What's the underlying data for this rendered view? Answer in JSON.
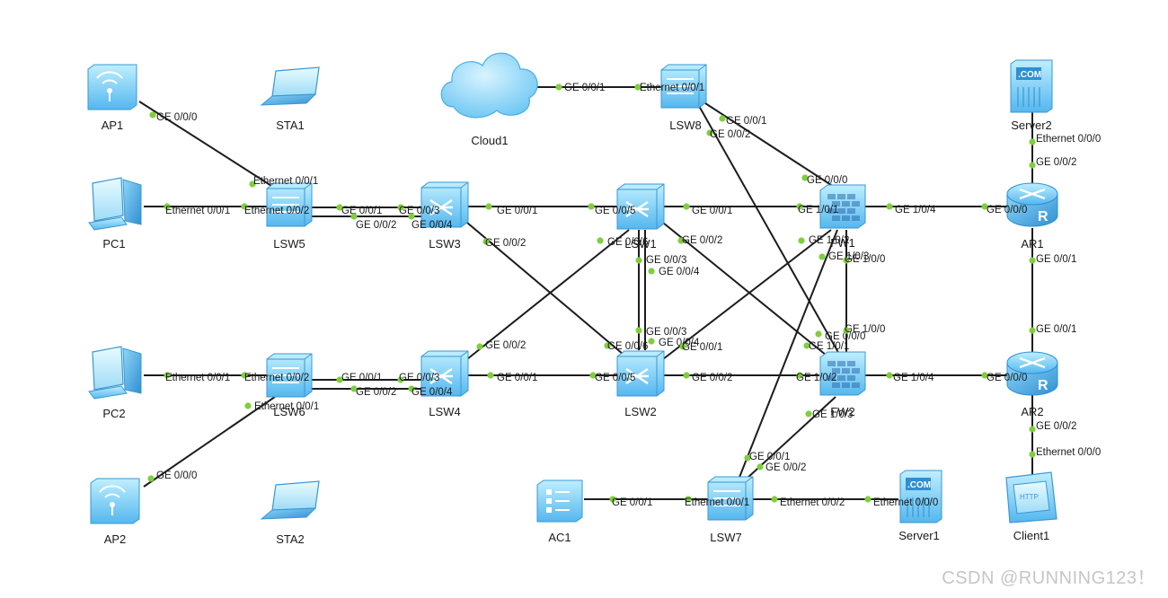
{
  "watermark": "CSDN @RUNNING123！",
  "devices": [
    {
      "id": "AP1",
      "label": "AP1",
      "kind": "ap"
    },
    {
      "id": "STA1",
      "label": "STA1",
      "kind": "laptop"
    },
    {
      "id": "Cloud1",
      "label": "Cloud1",
      "kind": "cloud"
    },
    {
      "id": "LSW8",
      "label": "LSW8",
      "kind": "switch"
    },
    {
      "id": "Server2",
      "label": "Server2",
      "kind": "server"
    },
    {
      "id": "PC1",
      "label": "PC1",
      "kind": "pc"
    },
    {
      "id": "LSW5",
      "label": "LSW5",
      "kind": "switch"
    },
    {
      "id": "LSW3",
      "label": "LSW3",
      "kind": "l3switch"
    },
    {
      "id": "LSW1",
      "label": "LSW1",
      "kind": "l3switch"
    },
    {
      "id": "FW1",
      "label": "FW1",
      "kind": "firewall"
    },
    {
      "id": "AR1",
      "label": "AR1",
      "kind": "router"
    },
    {
      "id": "PC2",
      "label": "PC2",
      "kind": "pc"
    },
    {
      "id": "LSW6",
      "label": "LSW6",
      "kind": "switch"
    },
    {
      "id": "LSW4",
      "label": "LSW4",
      "kind": "l3switch"
    },
    {
      "id": "LSW2",
      "label": "LSW2",
      "kind": "l3switch"
    },
    {
      "id": "FW2",
      "label": "FW2",
      "kind": "firewall"
    },
    {
      "id": "AR2",
      "label": "AR2",
      "kind": "router"
    },
    {
      "id": "AP2",
      "label": "AP2",
      "kind": "ap"
    },
    {
      "id": "STA2",
      "label": "STA2",
      "kind": "laptop"
    },
    {
      "id": "AC1",
      "label": "AC1",
      "kind": "ac"
    },
    {
      "id": "LSW7",
      "label": "LSW7",
      "kind": "switch"
    },
    {
      "id": "Server1",
      "label": "Server1",
      "kind": "server"
    },
    {
      "id": "Client1",
      "label": "Client1",
      "kind": "client"
    }
  ],
  "links": [
    {
      "a": "Cloud1",
      "pa": "GE 0/0/1",
      "b": "LSW8",
      "pb": "Ethernet 0/0/1"
    },
    {
      "a": "AP1",
      "pa": "GE 0/0/0",
      "b": "LSW5",
      "pb": "Ethernet 0/0/1"
    },
    {
      "a": "PC1",
      "pa": "Ethernet 0/0/1",
      "b": "LSW5",
      "pb": "Ethernet 0/0/2"
    },
    {
      "a": "LSW5",
      "pa": "GE 0/0/1",
      "b": "LSW3",
      "pb": "GE 0/0/3"
    },
    {
      "a": "LSW5",
      "pa": "GE 0/0/2",
      "b": "LSW3",
      "pb": "GE 0/0/4"
    },
    {
      "a": "LSW3",
      "pa": "GE 0/0/1",
      "b": "LSW1",
      "pb": "GE 0/0/5"
    },
    {
      "a": "LSW3",
      "pa": "GE 0/0/2",
      "b": "LSW2",
      "pb": "GE 0/0/6"
    },
    {
      "a": "LSW1",
      "pa": "GE 0/0/1",
      "b": "FW1",
      "pb": "GE 1/0/1"
    },
    {
      "a": "LSW1",
      "pa": "GE 0/0/2",
      "b": "FW2",
      "pb": "GE 1/0/1"
    },
    {
      "a": "LSW1",
      "pa": "GE 0/0/3",
      "b": "LSW2",
      "pb": "GE 0/0/3"
    },
    {
      "a": "LSW1",
      "pa": "GE 0/0/4",
      "b": "LSW2",
      "pb": "GE 0/0/4"
    },
    {
      "a": "LSW1",
      "pa": "GE 0/0/6",
      "b": "LSW4",
      "pb": "GE 0/0/2"
    },
    {
      "a": "LSW2",
      "pa": "GE 0/0/1",
      "b": "FW1",
      "pb": "GE 1/0/2"
    },
    {
      "a": "LSW2",
      "pa": "GE 0/0/2",
      "b": "FW2",
      "pb": "GE 1/0/2"
    },
    {
      "a": "LSW4",
      "pa": "GE 0/0/1",
      "b": "LSW2",
      "pb": "GE 0/0/5"
    },
    {
      "a": "LSW6",
      "pa": "GE 0/0/1",
      "b": "LSW4",
      "pb": "GE 0/0/3"
    },
    {
      "a": "LSW6",
      "pa": "GE 0/0/2",
      "b": "LSW4",
      "pb": "GE 0/0/4"
    },
    {
      "a": "PC2",
      "pa": "Ethernet 0/0/1",
      "b": "LSW6",
      "pb": "Ethernet 0/0/2"
    },
    {
      "a": "AP2",
      "pa": "GE 0/0/0",
      "b": "LSW6",
      "pb": "Ethernet 0/0/1"
    },
    {
      "a": "LSW8",
      "pa": "GE 0/0/1",
      "b": "FW1",
      "pb": "GE 0/0/0"
    },
    {
      "a": "LSW8",
      "pa": "GE 0/0/2",
      "b": "FW2",
      "pb": "GE 0/0/0"
    },
    {
      "a": "FW1",
      "pa": "GE 1/0/4",
      "b": "AR1",
      "pb": "GE 0/0/0"
    },
    {
      "a": "FW1",
      "pa": "GE 1/0/0",
      "b": "FW2",
      "pb": "GE 1/0/0"
    },
    {
      "a": "FW1",
      "pa": "GE 1/0/3",
      "b": "LSW7",
      "pb": "GE 0/0/1"
    },
    {
      "a": "FW2",
      "pa": "GE 1/0/3",
      "b": "LSW7",
      "pb": "GE 0/0/2"
    },
    {
      "a": "FW2",
      "pa": "GE 1/0/4",
      "b": "AR2",
      "pb": "GE 0/0/0"
    },
    {
      "a": "AR1",
      "pa": "GE 0/0/1",
      "b": "AR2",
      "pb": "GE 0/0/1"
    },
    {
      "a": "Server2",
      "pa": "Ethernet 0/0/0",
      "b": "AR1",
      "pb": "GE 0/0/2"
    },
    {
      "a": "AR2",
      "pa": "GE 0/0/2",
      "b": "Client1",
      "pb": "Ethernet 0/0/0"
    },
    {
      "a": "AC1",
      "pa": "GE 0/0/1",
      "b": "LSW7",
      "pb": "Ethernet 0/0/1"
    },
    {
      "a": "LSW7",
      "pa": "Ethernet 0/0/2",
      "b": "Server1",
      "pb": "Ethernet 0/0/0"
    }
  ]
}
